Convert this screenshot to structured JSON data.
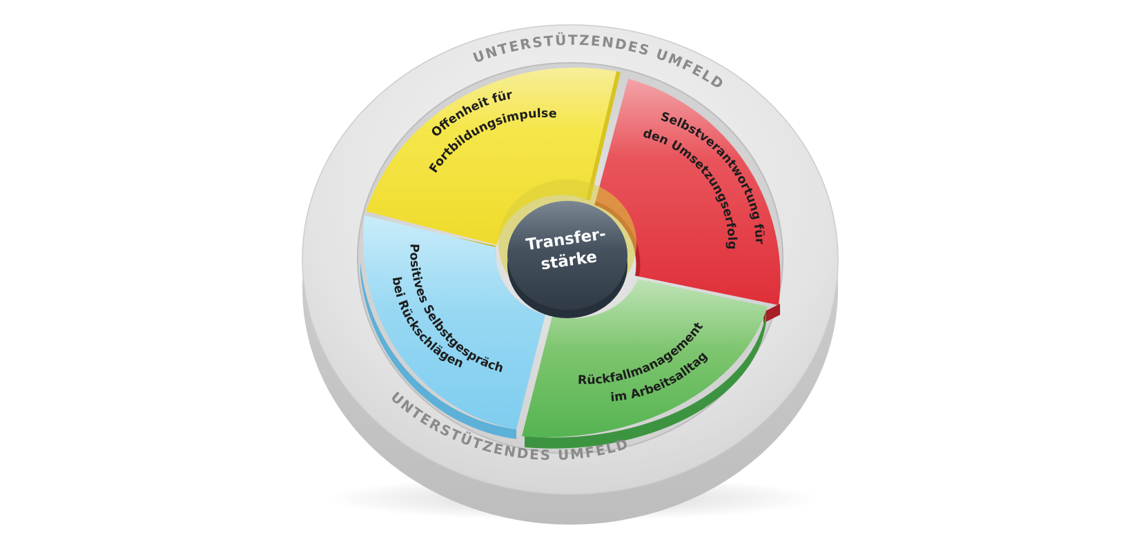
{
  "ring": {
    "label_top": "UNTERSTÜTZENDES UMFELD",
    "label_bottom": "UNTERSTÜTZENDES UMFELD",
    "text_color": "#8a8a8a"
  },
  "center": {
    "line1": "Transfer-",
    "line2": "stärke",
    "color": "#3e4a57",
    "text_color": "#ffffff"
  },
  "segments": {
    "yellow": {
      "line1": "Offenheit für",
      "line2": "Fortbildungsimpulse",
      "color": "#f2e23c"
    },
    "red": {
      "line1": "Selbstverantwortung für",
      "line2": "den Umsetzungserfolg",
      "color": "#e2333d"
    },
    "green": {
      "line1": "Rückfallmanagement",
      "line2": "im Arbeitsalltag",
      "color": "#5db95a"
    },
    "blue": {
      "line1": "Positives Selbstgespräch",
      "line2": "bei Rückschlägen",
      "color": "#8fd4f2"
    }
  }
}
